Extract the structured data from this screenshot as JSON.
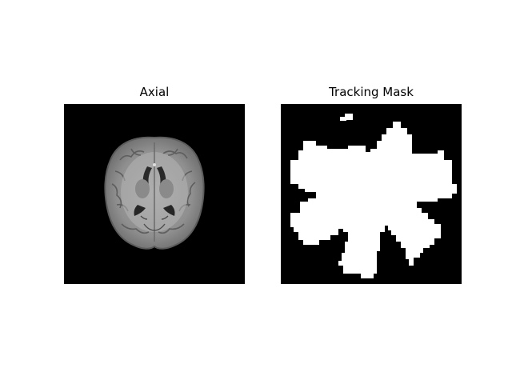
{
  "figure": {
    "background": "#ffffff",
    "panels": [
      {
        "title": "Axial",
        "content": "brain-mri-axial-slice",
        "colormap": "gray",
        "axes_visible": false
      },
      {
        "title": "Tracking Mask",
        "content": "binary-mask",
        "mask_color": "#ffffff",
        "background_color": "#000000",
        "axes_visible": false
      }
    ]
  }
}
